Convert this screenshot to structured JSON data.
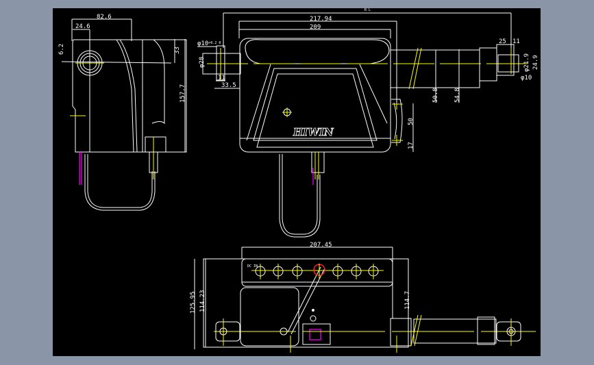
{
  "colors": {
    "background": "#8a96a8",
    "canvas": "#000000",
    "geometry": "#ffffff",
    "centerline": "#ffff00",
    "wire": "#ff00ff",
    "highlight": "#ff2020"
  },
  "side_view": {
    "dims": {
      "width": "82.6",
      "offset": "24.6",
      "small": "6.2",
      "top_height": "33",
      "height": "157.7"
    }
  },
  "front_view": {
    "dims": {
      "rl": "R L",
      "overall": "217.94",
      "body": "209",
      "pin_dia_left": "φ10",
      "pin_tol": "+0.2 0",
      "boss_dia": "φ28",
      "pin_width": "11",
      "pin_offset": "33.5",
      "rod_len_a": "50.8",
      "rod_len_b": "54.8",
      "clevis_a": "25",
      "clevis_b": "11",
      "clevis_dia_a": "φ21.9",
      "clevis_dia_b": "24.9",
      "pin_dia_right": "φ10",
      "bracket": "50",
      "bracket_low": "17"
    },
    "logo": "HIWIN"
  },
  "bottom_view": {
    "dims": {
      "width": "207.45",
      "height_outer": "125.95",
      "height_inner": "114.23",
      "height_right": "114.7"
    },
    "ports": [
      "DC IN",
      "",
      "",
      "",
      "",
      "",
      ""
    ]
  }
}
